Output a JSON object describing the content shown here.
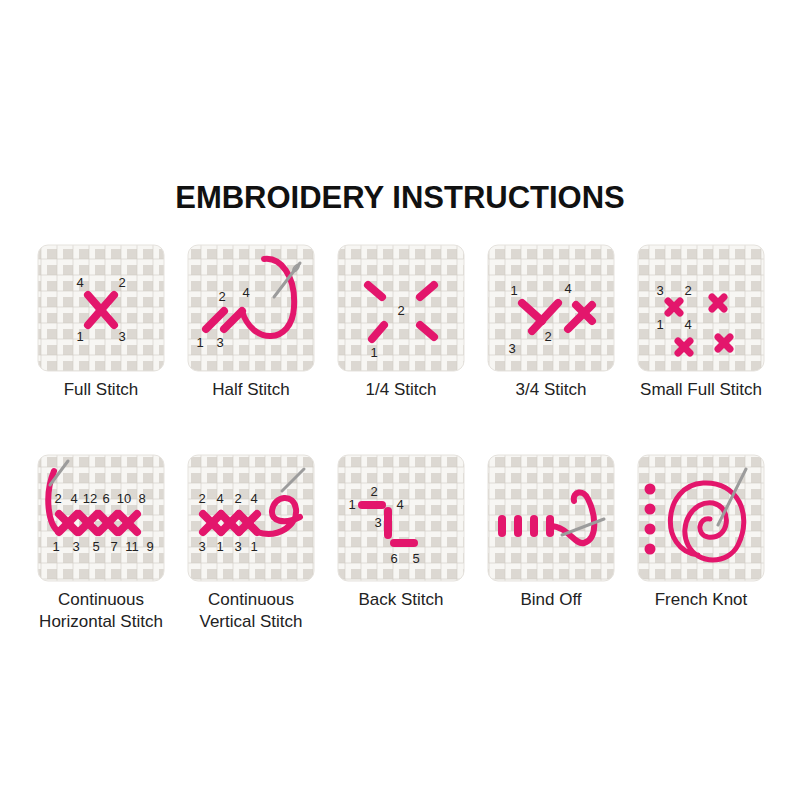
{
  "diagram": {
    "title": "EMBROIDERY INSTRUCTIONS",
    "nodes": [
      {
        "text": [
          "Full Stitch"
        ]
      },
      {
        "text": [
          "Half Stitch"
        ]
      },
      {
        "text": [
          "1/4 Stitch"
        ]
      },
      {
        "text": [
          "3/4 Stitch"
        ]
      },
      {
        "text": [
          "Small Full Stitch"
        ]
      },
      {
        "text": [
          "Continuous Horizontal Stitch"
        ]
      },
      {
        "text": [
          "Continuous Vertical Stitch"
        ]
      },
      {
        "text": [
          "Back Stitch"
        ]
      },
      {
        "text": [
          "Bind Off"
        ]
      },
      {
        "text": [
          "French Knot"
        ]
      }
    ],
    "labels": [
      "4",
      "2",
      "1",
      "3",
      "2",
      "4",
      "1",
      "3",
      "2",
      "1",
      "1",
      "4",
      "2",
      "3",
      "3",
      "2",
      "1",
      "4",
      "2",
      "4",
      "12",
      "6",
      "10",
      "8",
      "1",
      "3",
      "5",
      "7",
      "11",
      "9",
      "2",
      "4",
      "2",
      "4",
      "3",
      "1",
      "3",
      "1",
      "1",
      "2",
      "3",
      "4",
      "6",
      "5"
    ]
  }
}
